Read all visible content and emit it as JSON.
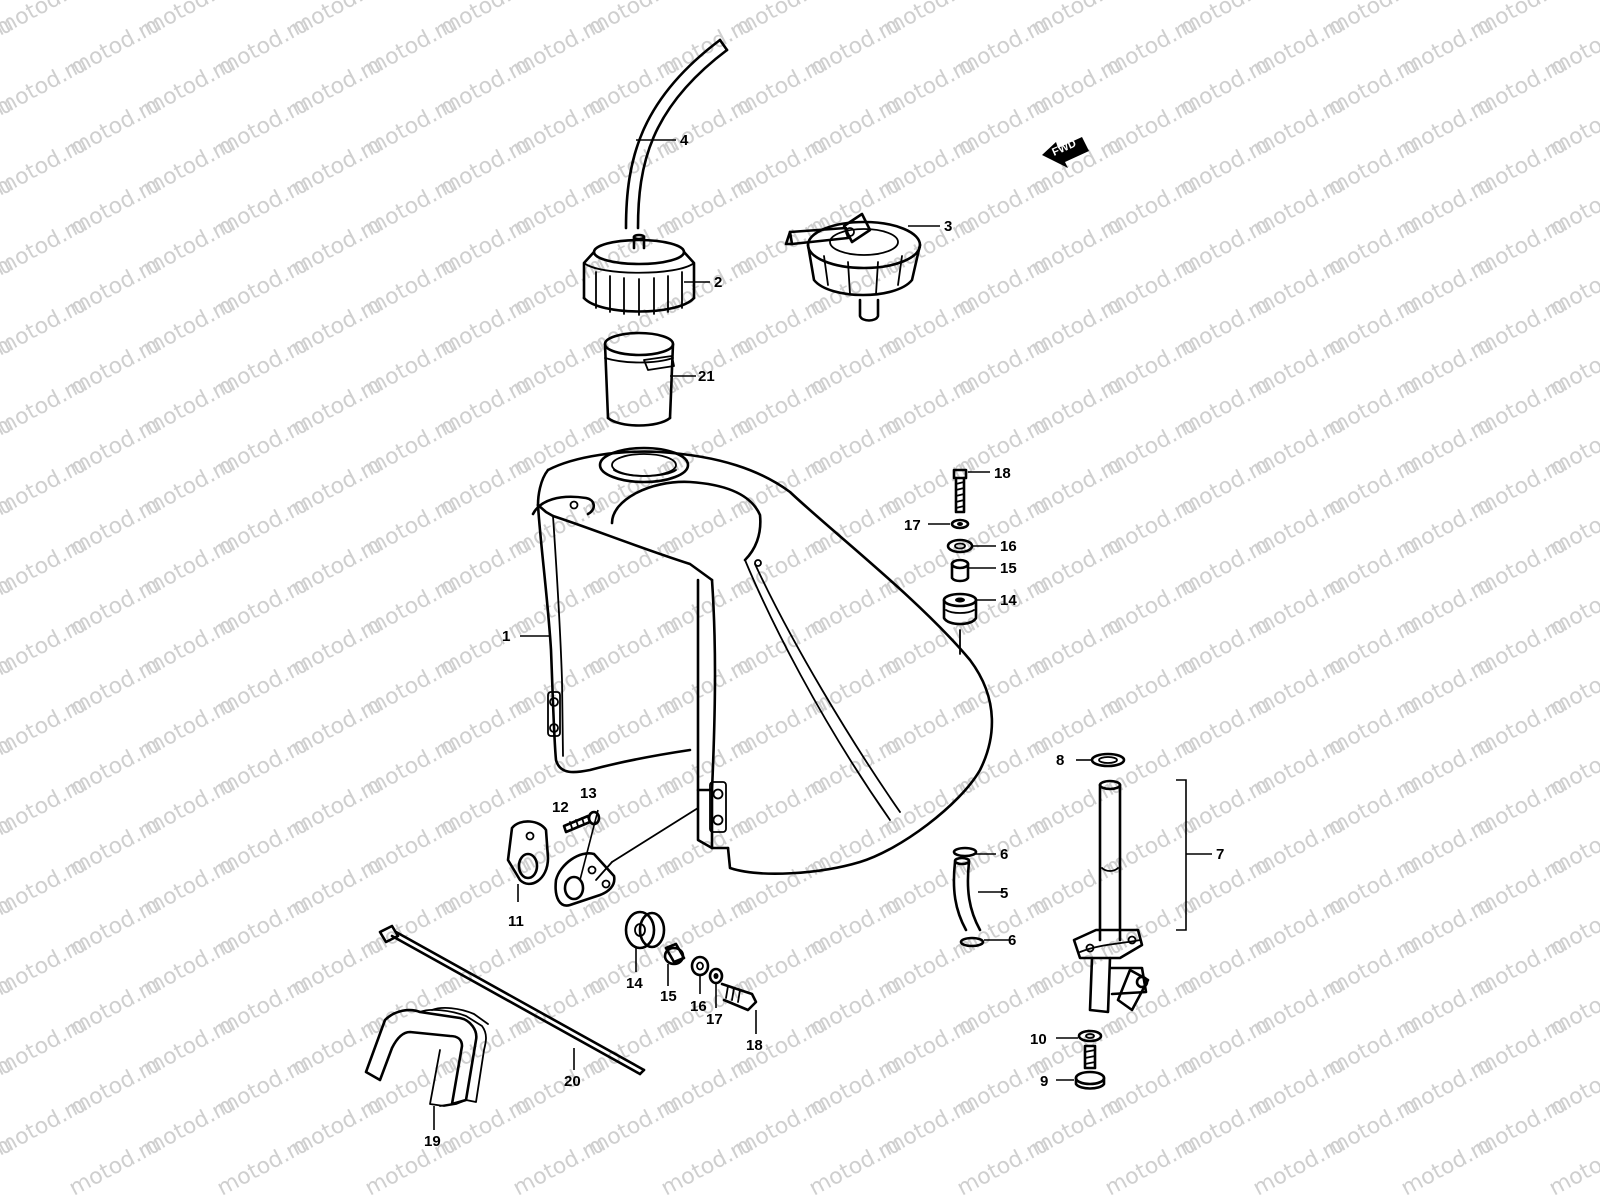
{
  "watermark": "motod.ru",
  "forward_label": "FWD",
  "callouts": {
    "c1": "1",
    "c2": "2",
    "c3": "3",
    "c4": "4",
    "c5": "5",
    "c6a": "6",
    "c6b": "6",
    "c7": "7",
    "c8": "8",
    "c9": "9",
    "c10": "10",
    "c11": "11",
    "c12": "12",
    "c13": "13",
    "c14a": "14",
    "c14b": "14",
    "c15a": "15",
    "c15b": "15",
    "c16a": "16",
    "c16b": "16",
    "c17a": "17",
    "c17b": "17",
    "c18a": "18",
    "c18b": "18",
    "c19": "19",
    "c20": "20",
    "c21": "21"
  }
}
